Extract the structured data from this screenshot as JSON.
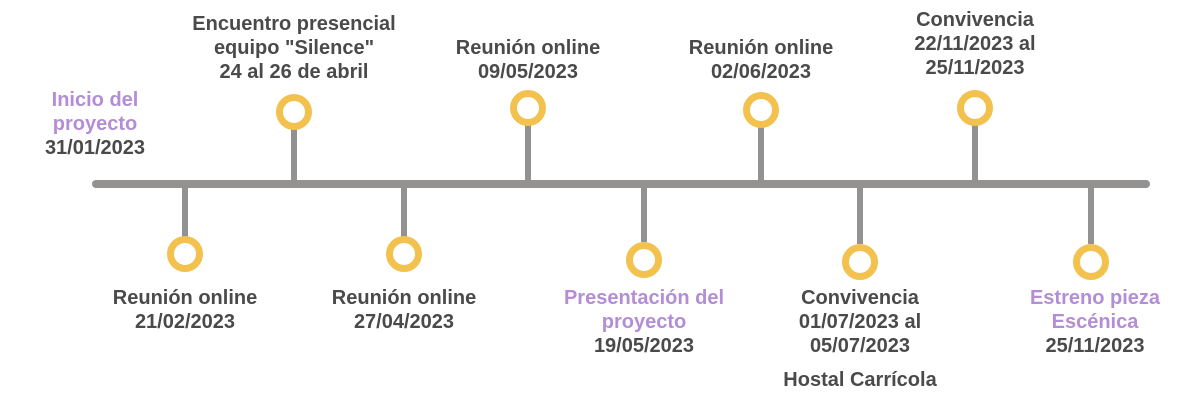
{
  "colors": {
    "axis": "#949191",
    "node": "#f2c14e",
    "accent_text": "#b38ed6",
    "dark_text": "#4a4a4a"
  },
  "events": [
    {
      "lines": [
        "Inicio del",
        "proyecto"
      ],
      "date": "31/01/2023",
      "accent": true
    },
    {
      "lines": [
        "Reunión online"
      ],
      "date": "21/02/2023",
      "accent": false
    },
    {
      "lines": [
        "Encuentro presencial",
        "equipo \"Silence\""
      ],
      "date": "24 al 26 de abril",
      "accent": false
    },
    {
      "lines": [
        "Reunión online"
      ],
      "date": "27/04/2023",
      "accent": false
    },
    {
      "lines": [
        "Reunión online"
      ],
      "date": "09/05/2023",
      "accent": false
    },
    {
      "lines": [
        "Presentación del",
        "proyecto"
      ],
      "date": "19/05/2023",
      "accent": true
    },
    {
      "lines": [
        "Reunión online"
      ],
      "date": "02/06/2023",
      "accent": false
    },
    {
      "lines": [
        "Convivencia",
        "01/07/2023 al"
      ],
      "date": "05/07/2023",
      "extra": "Hostal Carrícola",
      "accent": false
    },
    {
      "lines": [
        "Convivencia",
        "22/11/2023 al"
      ],
      "date": "25/11/2023",
      "accent": false
    },
    {
      "lines": [
        "Estreno pieza",
        "Escénica"
      ],
      "date": "25/11/2023",
      "accent": true
    }
  ]
}
